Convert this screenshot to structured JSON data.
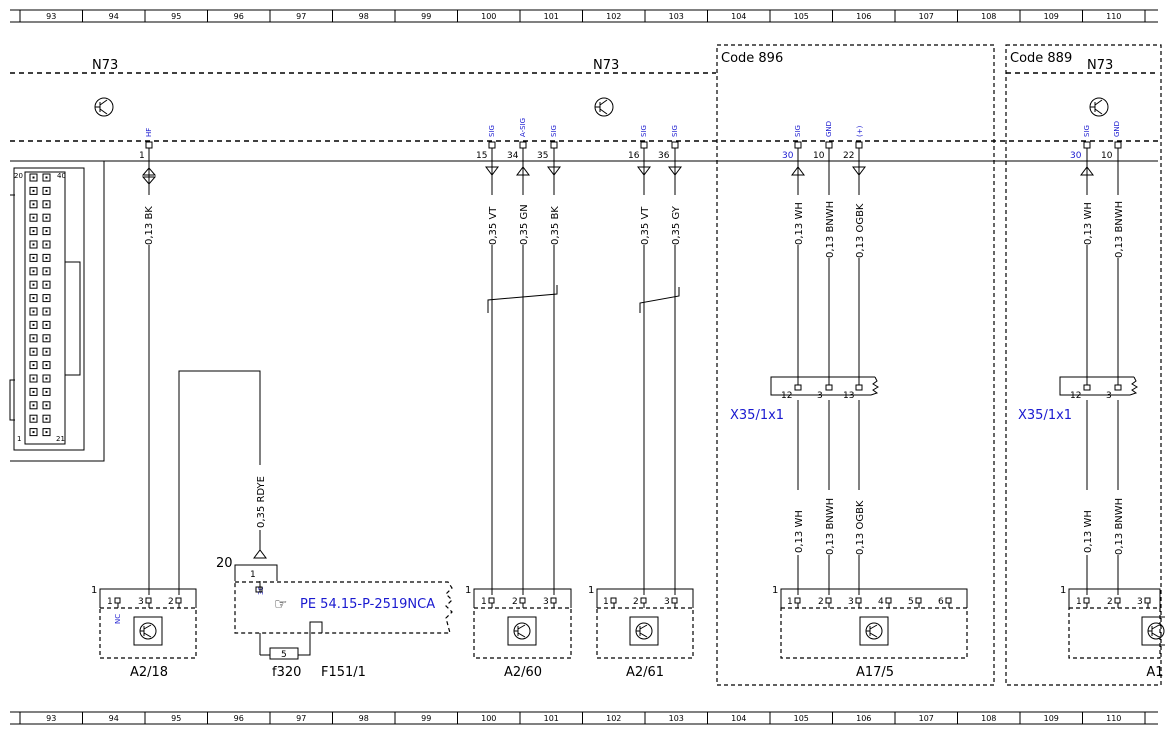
{
  "grid_columns": [
    "93",
    "94",
    "95",
    "96",
    "97",
    "98",
    "99",
    "100",
    "101",
    "102",
    "103",
    "104",
    "105",
    "106",
    "107",
    "108",
    "109",
    "110"
  ],
  "module_labels": {
    "n73_left": "N73",
    "n73_mid": "N73",
    "n73_right": "N73"
  },
  "code_boxes": {
    "code_896": "Code 896",
    "code_889": "Code 889"
  },
  "signals": {
    "hf": "HF",
    "s100a": "SIG",
    "s100b": "A-SIG",
    "s100c": "SIG",
    "s102a": "SIG",
    "s102b": "SIG",
    "s105": "SIG",
    "gnd105": "GND",
    "plus106": "(+)",
    "s109": "SIG",
    "gnd110": "GND"
  },
  "n73_pins": {
    "p1": "1",
    "p15": "15",
    "p34": "34",
    "p35": "35",
    "p16": "16",
    "p36": "36",
    "p30a": "30",
    "p10a": "10",
    "p22": "22",
    "p30b": "30",
    "p10b": "10"
  },
  "wires_top": {
    "w1": "0,13 BK",
    "w15": "0,35 VT",
    "w34": "0,35 GN",
    "w35": "0,35 BK",
    "w16": "0,35 VT",
    "w36": "0,35 GY",
    "w30a": "0,13 WH",
    "w10a": "0,13 BNWH",
    "w22": "0,13 OGBK",
    "w30b": "0,13 WH",
    "w10b": "0,13 BNWH"
  },
  "wires_bottom": {
    "rdye": "0,35 RDYE",
    "wh_a": "0,13 WH",
    "bnwh_a": "0,13 BNWH",
    "ogbk": "0,13 OGBK",
    "wh_b": "0,13 WH",
    "bnwh_b": "0,13 BNWH"
  },
  "connector": {
    "top_left": "20",
    "top_right": "40",
    "bot_left": "1",
    "bot_right": "21"
  },
  "x35": {
    "label_a": "X35/1x1",
    "label_b": "X35/1x1",
    "pins_a": [
      "12",
      "3",
      "13"
    ],
    "pins_b": [
      "12",
      "3"
    ]
  },
  "fuse": {
    "pin20": "20",
    "pin1": "1",
    "pin30": "30",
    "fuse_val": "5",
    "fuse_name": "f320",
    "relay": "F151/1",
    "ref": "PE 54.15-P-2519NCA"
  },
  "components": {
    "a218": {
      "name": "A2/18",
      "corner": "1",
      "pins": [
        "1",
        "3",
        "2"
      ],
      "nc": "NC"
    },
    "a260": {
      "name": "A2/60",
      "corner": "1",
      "pins": [
        "1",
        "2",
        "3"
      ]
    },
    "a261": {
      "name": "A2/61",
      "corner": "1",
      "pins": [
        "1",
        "2",
        "3"
      ]
    },
    "a175": {
      "name": "A17/5",
      "corner": "1",
      "pins": [
        "1",
        "2",
        "3",
        "4",
        "5",
        "6"
      ]
    },
    "a17r": {
      "name": "A1",
      "corner": "1",
      "pins": [
        "1",
        "2",
        "3"
      ]
    }
  },
  "misc": {
    "left_corner_1": "1",
    "mid_corner_1": "1"
  }
}
